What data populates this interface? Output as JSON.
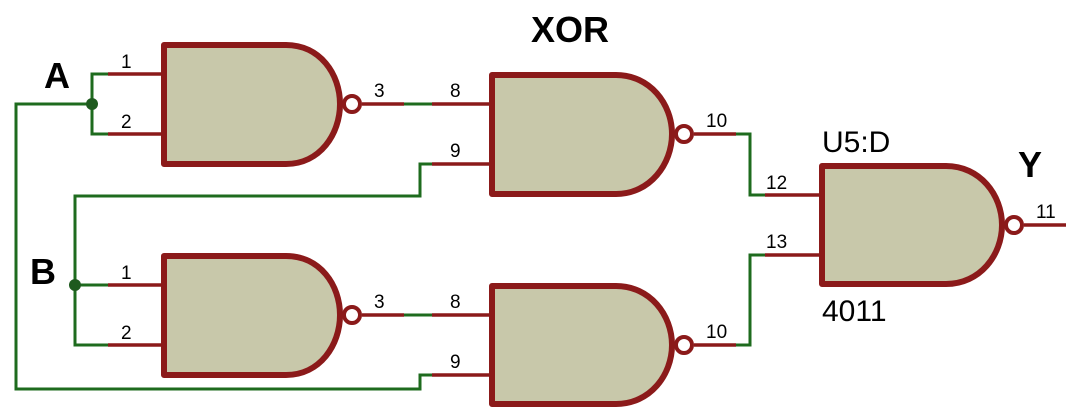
{
  "colors": {
    "gate_fill": "#c8c8aa",
    "gate_outline": "#8b1a1a",
    "wire": "#1e6b1e",
    "pin_lead": "#8b1a1a",
    "junction": "#1e5a1e",
    "background": "#ffffff"
  },
  "labels": {
    "title": "XOR",
    "input_a": "A",
    "input_b": "B",
    "output_y": "Y",
    "part_ref": "U5:D",
    "part_value": "4011"
  },
  "gates": {
    "g1": {
      "pins": [
        "1",
        "2",
        "3"
      ]
    },
    "g2": {
      "pins": [
        "8",
        "9",
        "10"
      ]
    },
    "g3": {
      "pins": [
        "1",
        "2",
        "3"
      ]
    },
    "g4": {
      "pins": [
        "8",
        "9",
        "10"
      ]
    },
    "g5": {
      "pins": [
        "12",
        "13",
        "11"
      ]
    }
  }
}
